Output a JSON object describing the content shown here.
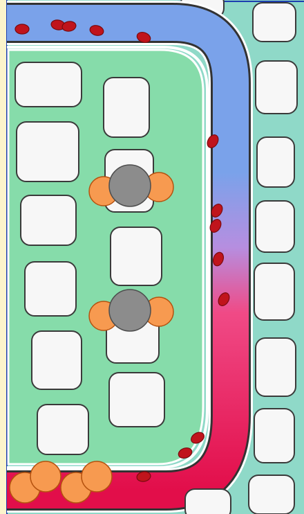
{
  "game": {
    "colors": {
      "field": "#7fd8ac",
      "inner_field": "#86dcaa",
      "outer_teal": "#8fd9c8",
      "cream_bg": "#fbf4cc",
      "frame_blue": "#1c3fb0",
      "tile": "#f7f7f7",
      "tile_outline": "#3a3a3a",
      "blood_cell": "#c0141c",
      "vessel_blue": "#7aa2ea",
      "vessel_violet": "#b68ee0",
      "vessel_pink": "#f04a86",
      "vessel_red": "#e20e4a",
      "molecule_center": "#8c8c8c",
      "molecule_atom": "#f79a50",
      "atom_outline": "#b5520f"
    },
    "pieces": [
      {
        "name": "molecule-piece",
        "kind": "molecule",
        "icon": "co2-molecule-icon"
      },
      {
        "name": "molecule-piece",
        "kind": "molecule",
        "icon": "co2-molecule-icon"
      },
      {
        "name": "oxygen-atom-piece",
        "kind": "atom",
        "icon": "oxygen-atom-icon"
      },
      {
        "name": "oxygen-atom-piece",
        "kind": "atom",
        "icon": "oxygen-atom-icon"
      },
      {
        "name": "oxygen-atom-piece",
        "kind": "atom",
        "icon": "oxygen-atom-icon"
      },
      {
        "name": "oxygen-atom-piece",
        "kind": "atom",
        "icon": "oxygen-atom-icon"
      }
    ],
    "board_icons": {
      "vessel": "blood-vessel-icon",
      "cell": "red-blood-cell-icon",
      "tile": "tissue-cell-tile"
    }
  }
}
